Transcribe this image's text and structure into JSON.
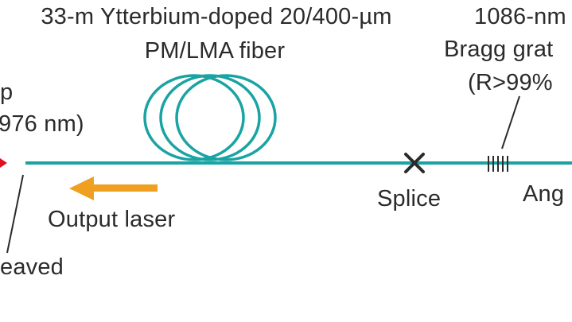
{
  "labels": {
    "fiber_line1": "33-m Ytterbium-doped 20/400-µm",
    "fiber_line2": "PM/LMA fiber",
    "grating_line1": "1086-nm",
    "grating_line2": "Bragg grat",
    "grating_line3": "(R>99%",
    "pump_line1": "p",
    "pump_line2": "976 nm)",
    "splice": "Splice",
    "angled": "Ang",
    "output": "Output laser",
    "cleaved": "eaved"
  },
  "colors": {
    "fiber": "#1aa3a3",
    "output_arrow": "#f0a020",
    "pump_arrow": "#e0101f",
    "ink": "#2b2b2b"
  },
  "icons": {
    "splice": "cross-mark-icon",
    "grating": "grating-ticks-icon",
    "output_arrow": "left-arrow-icon"
  }
}
